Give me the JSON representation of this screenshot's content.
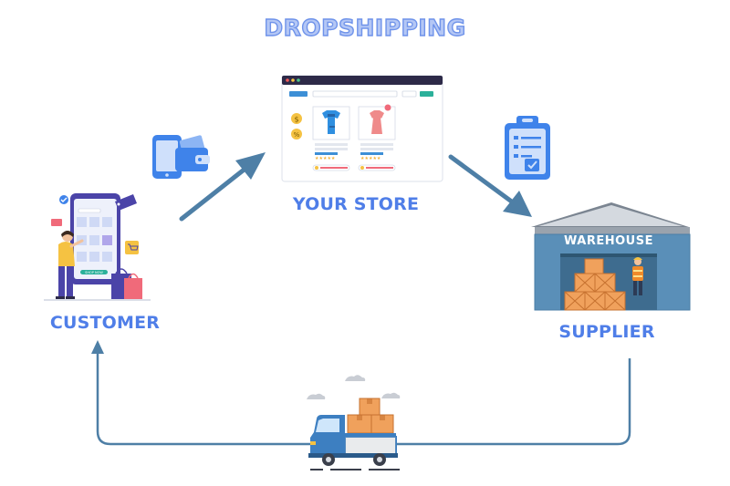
{
  "diagram": {
    "title": "DROPSHIPPING",
    "nodes": {
      "store": "YOUR STORE",
      "customer": "CUSTOMER",
      "supplier": "SUPPLIER"
    },
    "warehouse_sign": "WAREHOUSE",
    "phone_button_label": "SHOP NOW",
    "currency_symbols": [
      "$",
      "%"
    ],
    "icons": [
      "payment-phone-wallet-icon",
      "order-clipboard-icon",
      "delivery-truck-icon",
      "store-browser-icon",
      "warehouse-icon",
      "customer-phone-icon"
    ]
  },
  "colors": {
    "primary": "#4f7ee8",
    "arrow": "#4e7fa6",
    "title_fill": "#b4c7f5",
    "warehouse": "#5a8fb8",
    "truck": "#3d7fc1",
    "box": "#f0a15c"
  }
}
